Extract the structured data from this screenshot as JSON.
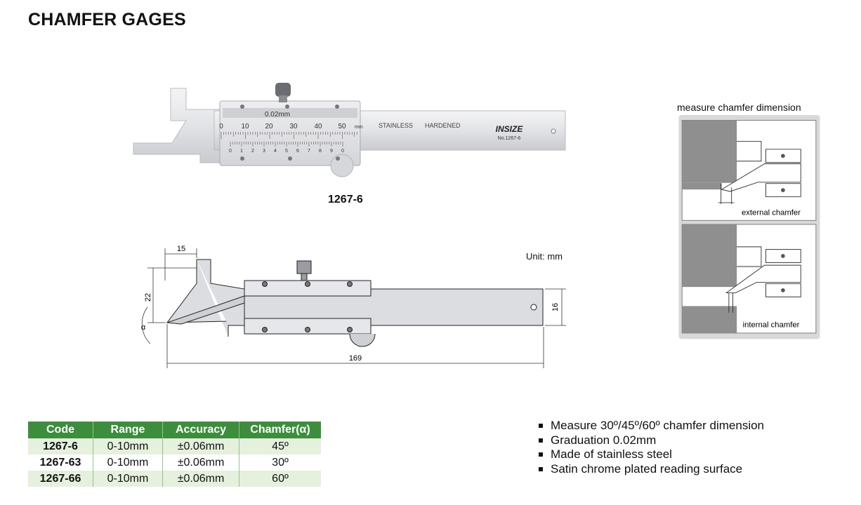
{
  "page": {
    "title": "CHAMFER GAGES"
  },
  "photo": {
    "model_label": "1267-6",
    "slider_label": "0.02mm",
    "main_scale": [
      "0",
      "10",
      "20",
      "30",
      "40",
      "50"
    ],
    "main_scale_unit": "mm",
    "vernier_scale": [
      "0",
      "1",
      "2",
      "3",
      "4",
      "5",
      "6",
      "7",
      "8",
      "9",
      "0"
    ],
    "stainless": "STAINLESS",
    "hardened": "HARDENED",
    "brand": "INSIZE",
    "model_no": "No.1267-6"
  },
  "drawing": {
    "unit": "Unit: mm",
    "dim_top": "15",
    "dim_left": "22",
    "dim_angle": "α",
    "dim_right": "16",
    "dim_bottom": "169"
  },
  "panel": {
    "title": "measure chamfer dimension",
    "external_label": "external chamfer",
    "internal_label": "internal chamfer"
  },
  "table": {
    "headers": [
      "Code",
      "Range",
      "Accuracy",
      "Chamfer(α)"
    ],
    "rows": [
      {
        "code": "1267-6",
        "range": "0-10mm",
        "accuracy": "±0.06mm",
        "chamfer": "45º"
      },
      {
        "code": "1267-63",
        "range": "0-10mm",
        "accuracy": "±0.06mm",
        "chamfer": "30º"
      },
      {
        "code": "1267-66",
        "range": "0-10mm",
        "accuracy": "±0.06mm",
        "chamfer": "60º"
      }
    ]
  },
  "features": [
    "Measure 30º/45º/60º chamfer dimension",
    "Graduation 0.02mm",
    "Made of stainless steel",
    "Satin chrome plated reading surface"
  ]
}
